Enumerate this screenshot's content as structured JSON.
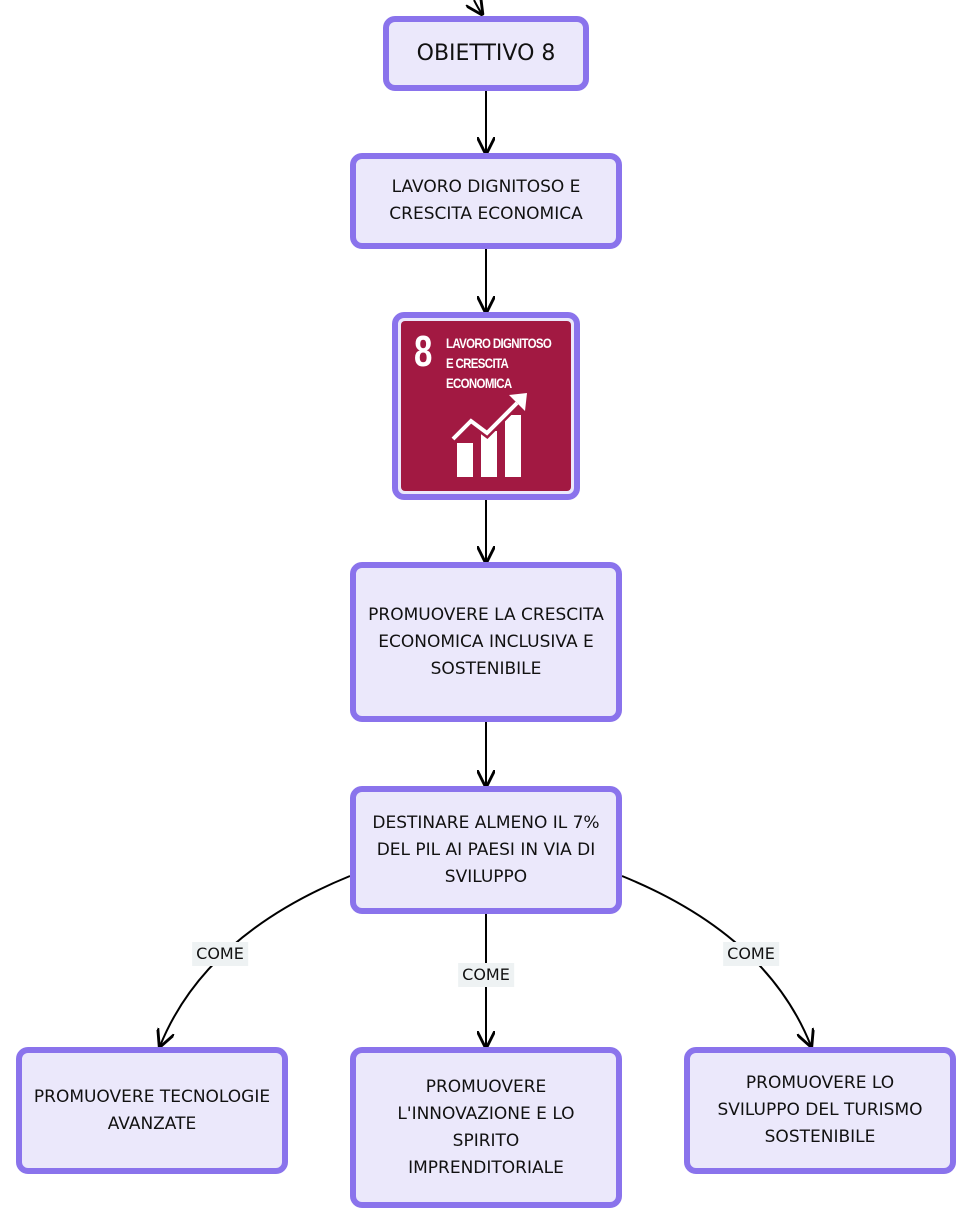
{
  "nodes": {
    "obiettivo": "OBIETTIVO 8",
    "lavoro": [
      "LAVORO DIGNITOSO E",
      "CRESCITA ECONOMICA"
    ],
    "promuovere_crescita": [
      "PROMUOVERE LA CRESCITA",
      "ECONOMICA INCLUSIVA E",
      "SOSTENIBILE"
    ],
    "destinare": [
      "DESTINARE ALMENO IL 7%",
      "DEL PIL AI PAESI IN VIA DI",
      "SVILUPPO"
    ],
    "tecnologie": [
      "PROMUOVERE TECNOLOGIE",
      "AVANZATE"
    ],
    "innovazione": [
      "PROMUOVERE",
      "L'INNOVAZIONE E LO",
      "SPIRITO",
      "IMPRENDITORIALE"
    ],
    "turismo": [
      "PROMUOVERE LO",
      "SVILUPPO DEL TURISMO",
      "SOSTENIBILE"
    ]
  },
  "sdg_tile": {
    "number": "8",
    "lines": [
      "LAVORO DIGNITOSO",
      "E CRESCITA",
      "ECONOMICA"
    ],
    "icon": "growth-chart-icon",
    "color": "#a21942"
  },
  "link_labels": [
    "COME",
    "COME",
    "COME"
  ],
  "colors": {
    "node_border": "#8a73ec",
    "node_fill": "#ebe8fb",
    "edge": "#000000"
  }
}
